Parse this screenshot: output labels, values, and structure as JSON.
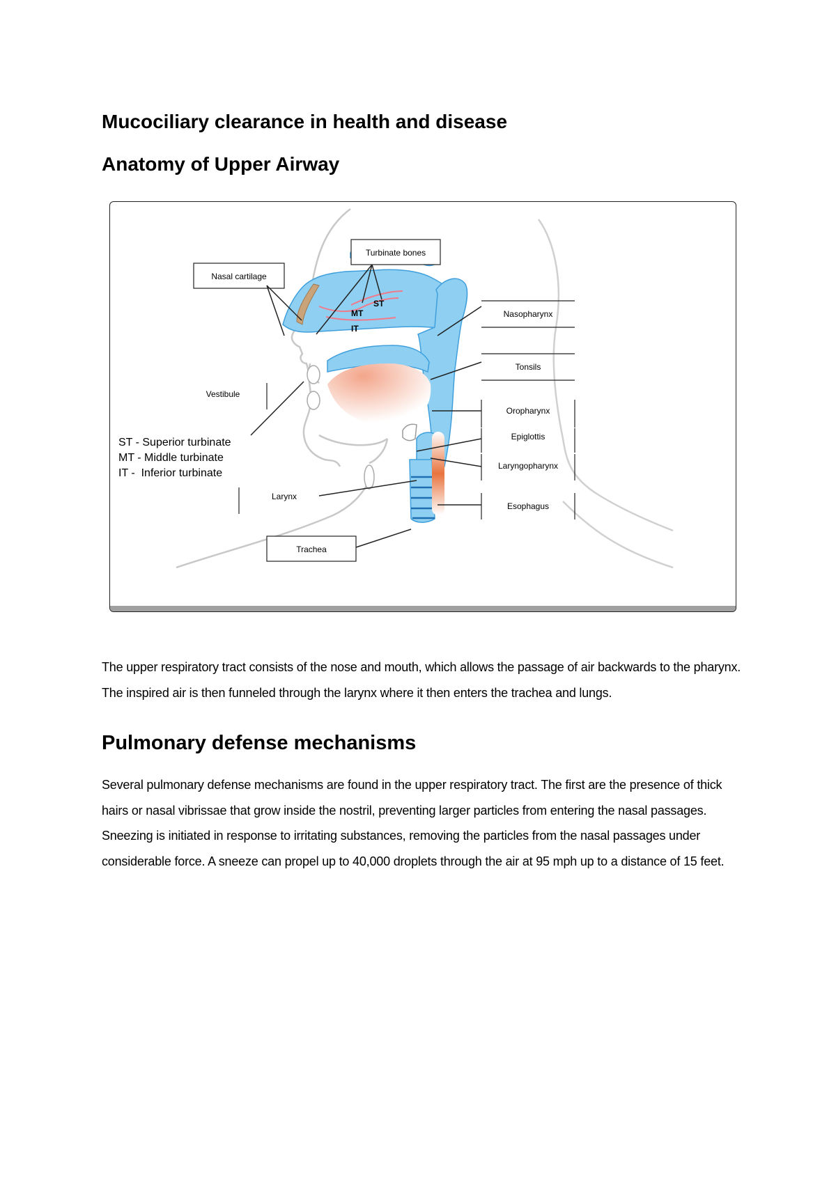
{
  "document": {
    "title": "Mucociliary clearance in health and disease",
    "subtitle": "Anatomy of Upper Airway",
    "paragraph1": "The upper respiratory tract consists of the nose and mouth, which allows the passage of air backwards to the pharynx. The inspired air is then funneled through the larynx where it then enters the trachea and lungs.",
    "heading2": "Pulmonary defense mechanisms",
    "paragraph2": "Several pulmonary defense mechanisms are found in the upper respiratory tract. The first are the presence of thick hairs or nasal vibrissae that grow inside the nostril, preventing larger particles from entering the nasal passages. Sneezing is initiated in response to irritating substances, removing the particles from the nasal passages under considerable force. A sneeze can propel up to 40,000 droplets through the air at 95 mph up to a distance of 15 feet."
  },
  "diagram": {
    "labels": {
      "turbinate_bones": "Turbinate bones",
      "nasal_cartilage": "Nasal cartilage",
      "nasopharynx": "Nasopharynx",
      "tonsils": "Tonsils",
      "vestibule": "Vestibule",
      "oropharynx": "Oropharynx",
      "epiglottis": "Epiglottis",
      "laryngopharynx": "Laryngopharynx",
      "larynx": "Larynx",
      "esophagus": "Esophagus",
      "trachea": "Trachea",
      "st": "ST",
      "mt": "MT",
      "it": "IT"
    },
    "legend": [
      "ST - Superior turbinate",
      "MT - Middle turbinate",
      "IT -  Inferior turbinate"
    ],
    "colors": {
      "airway": "#8fd0f2",
      "airway_stroke": "#3f9fdc",
      "turbinate_line": "#f07a8a",
      "oral_gradient": "#f3a58a",
      "esophagus": "#e8743f",
      "outline": "#bdbdbd"
    }
  }
}
